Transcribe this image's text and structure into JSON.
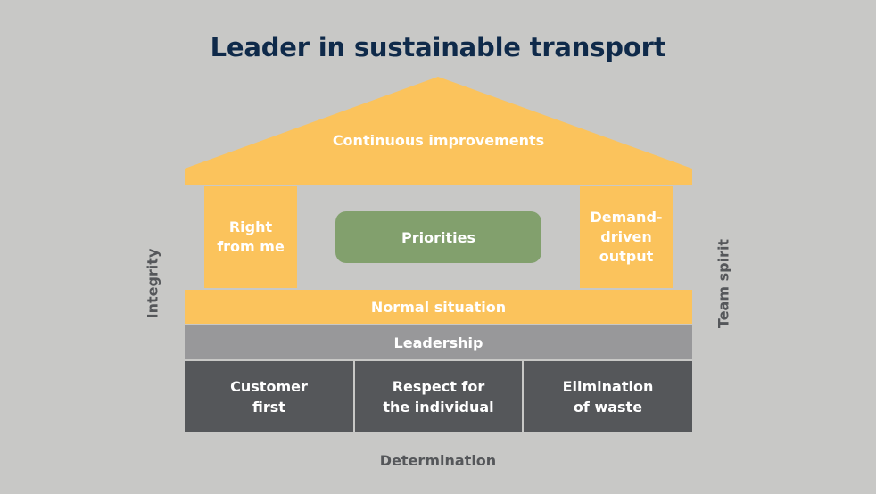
{
  "title": "Leader in sustainable transport",
  "roof": {
    "label": "Continuous improvements"
  },
  "pillars": {
    "left": "Right\nfrom me",
    "right": "Demand-\ndriven\noutput"
  },
  "center": {
    "label": "Priorities"
  },
  "bands": {
    "normal": "Normal situation",
    "leadership": "Leadership"
  },
  "foundation": [
    "Customer\nfirst",
    "Respect for\nthe individual",
    "Elimination\nof waste"
  ],
  "side_labels": {
    "left": "Integrity",
    "right": "Team spirit",
    "bottom": "Determination"
  },
  "colors": {
    "background": "#c8c8c6",
    "yellow": "#fbc35c",
    "green": "#82a06d",
    "gray": "#98989a",
    "dark": "#55575a",
    "title": "#0f2a4a"
  }
}
